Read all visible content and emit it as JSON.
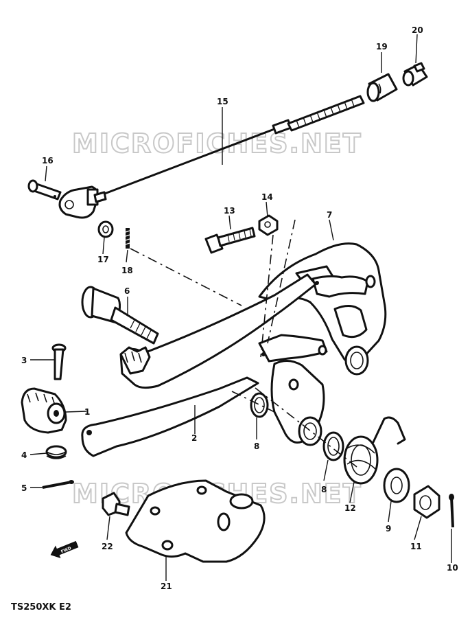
{
  "diagram": {
    "model_code": "TS250XK E2",
    "watermark_text": "MICROFICHES.NET",
    "arrow_label": "FWD",
    "callouts": [
      "1",
      "2",
      "3",
      "4",
      "5",
      "6",
      "7",
      "8",
      "8",
      "9",
      "10",
      "11",
      "12",
      "13",
      "14",
      "15",
      "16",
      "17",
      "18",
      "19",
      "20",
      "21",
      "22"
    ]
  }
}
